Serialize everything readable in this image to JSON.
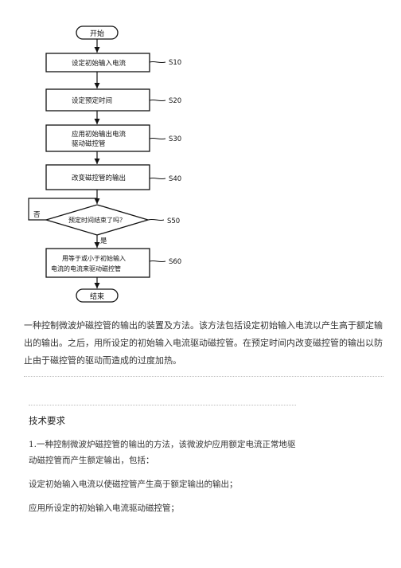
{
  "flowchart": {
    "start": "开始",
    "end": "结束",
    "steps": [
      {
        "text": [
          "设定初始输入电流"
        ],
        "ref": "S10"
      },
      {
        "text": [
          "设定预定时间"
        ],
        "ref": "S20"
      },
      {
        "text": [
          "应用初始输出电流",
          "驱动磁控管"
        ],
        "ref": "S30"
      },
      {
        "text": [
          "改变磁控管的输出"
        ],
        "ref": "S40"
      },
      {
        "text": [
          "预定时间结束了吗？"
        ],
        "ref": "S50"
      },
      {
        "text": [
          "用等于或小于初始输入",
          "电流的电流来驱动磁控管"
        ],
        "ref": "S60"
      }
    ],
    "no_label": "否",
    "yes_label": "是"
  },
  "abstract": "一种控制微波炉磁控管的输出的装置及方法。该方法包括设定初始输入电流以产生高于额定输出的输出。之后，用所设定的初始输入电流驱动磁控管。在预定时间内改变磁控管的输出以防止由于磁控管的驱动而造成的过度加热。",
  "claims": {
    "heading": "技术要求",
    "paragraphs": [
      "1.一种控制微波炉磁控管的输出的方法，该微波炉应用额定电流正常地驱动磁控管而产生额定输出，包括：",
      "设定初始输入电流以使磁控管产生高于额定输出的输出；",
      "应用所设定的初始输入电流驱动磁控管；"
    ]
  }
}
